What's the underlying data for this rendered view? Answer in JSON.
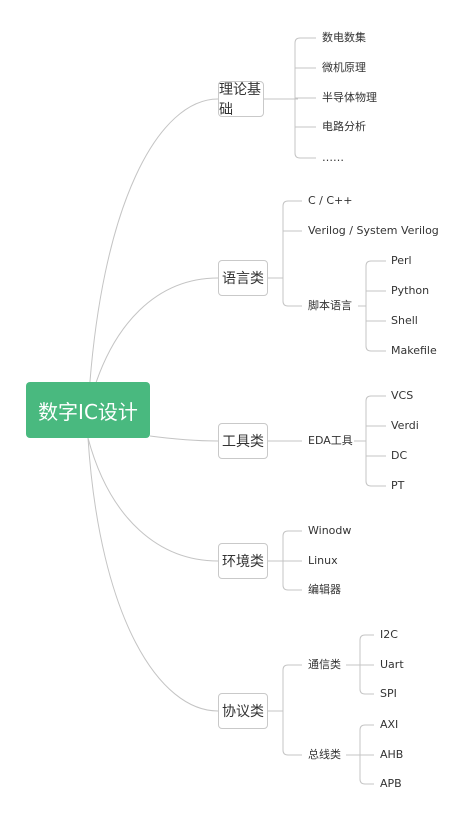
{
  "root": "数字IC设计",
  "categories": {
    "theory": {
      "label": "理论基础",
      "items": [
        "数电数集",
        "微机原理",
        "半导体物理",
        "电路分析",
        "……"
      ]
    },
    "language": {
      "label": "语言类",
      "items": [
        "C / C++",
        "Verilog / System Verilog"
      ],
      "script_label": "脚本语言",
      "script_items": [
        "Perl",
        "Python",
        "Shell",
        "Makefile"
      ]
    },
    "tools": {
      "label": "工具类",
      "eda_label": "EDA工具",
      "eda_items": [
        "VCS",
        "Verdi",
        "DC",
        "PT"
      ]
    },
    "env": {
      "label": "环境类",
      "items": [
        "Winodw",
        "Linux",
        "编辑器"
      ]
    },
    "protocol": {
      "label": "协议类",
      "comm_label": "通信类",
      "comm_items": [
        "I2C",
        "Uart",
        "SPI"
      ],
      "bus_label": "总线类",
      "bus_items": [
        "AXI",
        "AHB",
        "APB"
      ]
    }
  }
}
